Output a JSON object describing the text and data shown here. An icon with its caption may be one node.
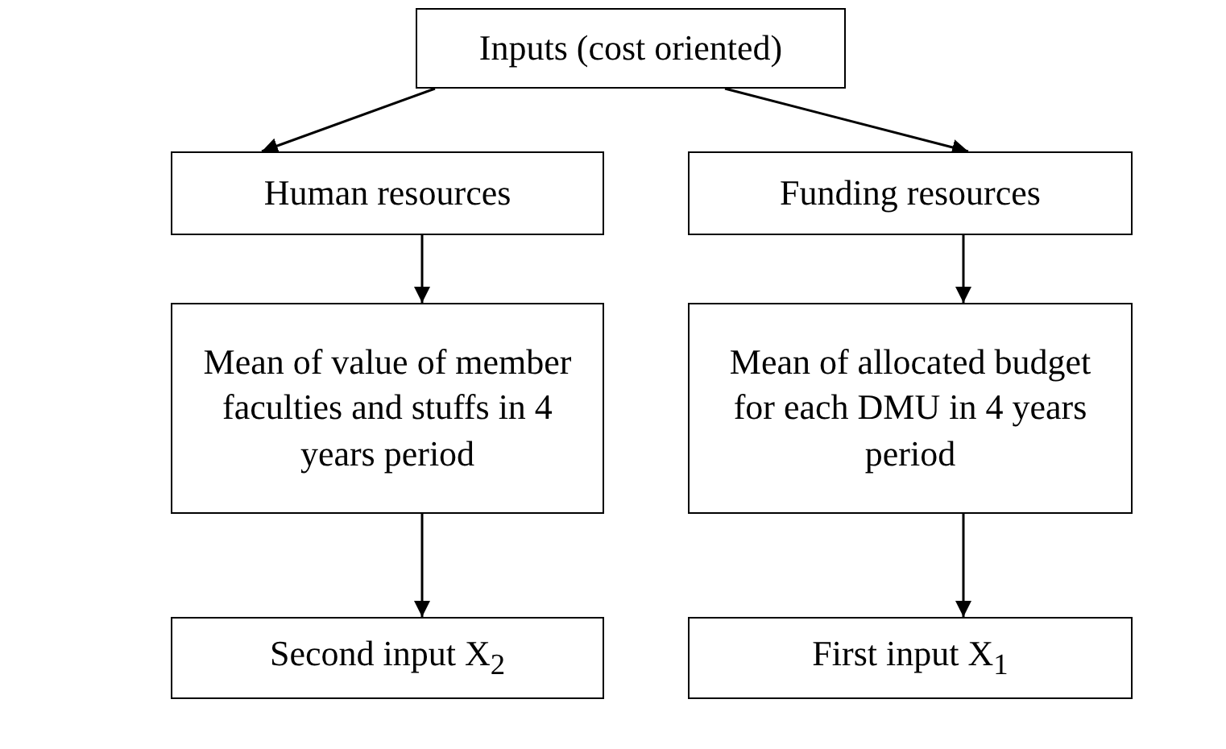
{
  "diagram": {
    "nodes": [
      {
        "text": [
          "Inputs (cost oriented)"
        ]
      },
      {
        "text": [
          "Human resources"
        ]
      },
      {
        "text": [
          "Funding resources"
        ]
      },
      {
        "text": [
          "Mean of value of member faculties and stuffs in 4 years period"
        ]
      },
      {
        "text": [
          "Mean of allocated budget for each DMU in 4 years period"
        ]
      },
      {
        "text": [
          "Second input X$_{2}$"
        ]
      },
      {
        "text": [
          "First input X$_{1}$"
        ]
      }
    ],
    "edges": [
      {
        "from": 0,
        "to": 1,
        "arrow": "to"
      },
      {
        "from": 0,
        "to": 2,
        "arrow": "to"
      },
      {
        "from": 1,
        "to": 3,
        "arrow": "to"
      },
      {
        "from": 2,
        "to": 4,
        "arrow": "to"
      },
      {
        "from": 3,
        "to": 5,
        "arrow": "to"
      },
      {
        "from": 4,
        "to": 6,
        "arrow": "to"
      }
    ]
  }
}
